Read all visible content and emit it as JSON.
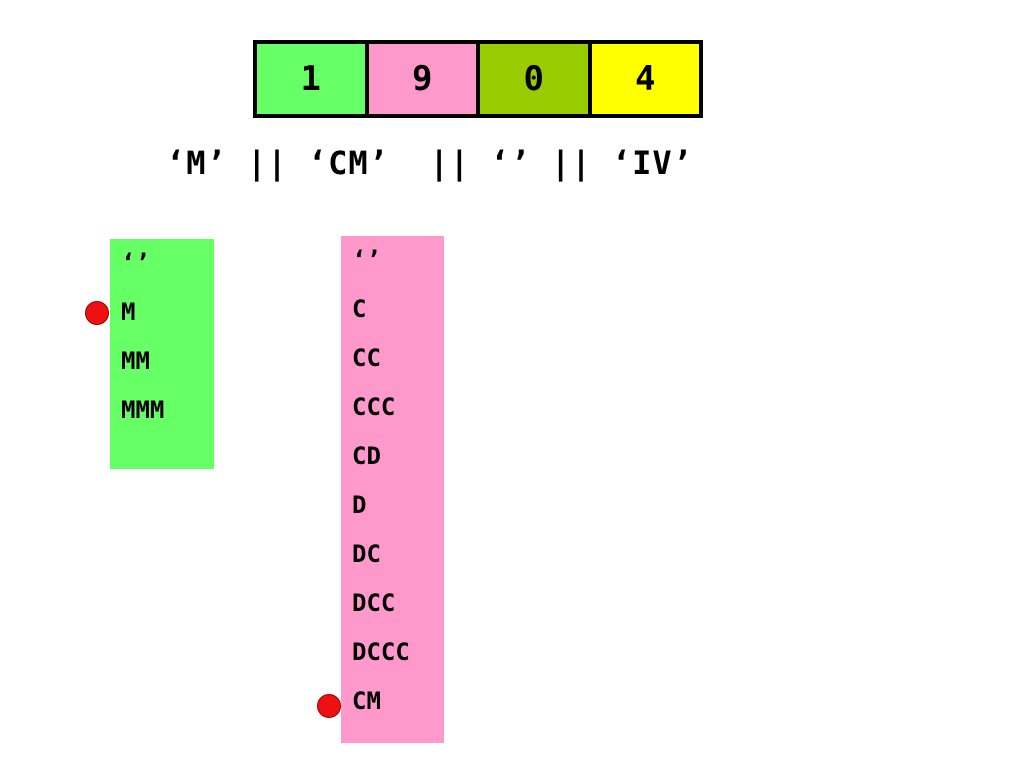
{
  "colors": {
    "digit_thousands": "#66ff66",
    "digit_hundreds": "#ff99cc",
    "digit_tens": "#99cc00",
    "digit_ones": "#ffff00",
    "col_thousands": "#66ff66",
    "col_hundreds": "#ff99cc",
    "marker": "#ee1111"
  },
  "digits": [
    "1",
    "9",
    "0",
    "4"
  ],
  "expression": "‘M’ || ‘CM’  || ‘’ || ‘IV’",
  "thousands_column": {
    "items": [
      "‘’",
      "M",
      "MM",
      "MMM"
    ],
    "selected_index": 1
  },
  "hundreds_column": {
    "items": [
      "‘’",
      "C",
      "CC",
      "CCC",
      "CD",
      "D",
      "DC",
      "DCC",
      "DCCC",
      "CM"
    ],
    "selected_index": 9
  }
}
